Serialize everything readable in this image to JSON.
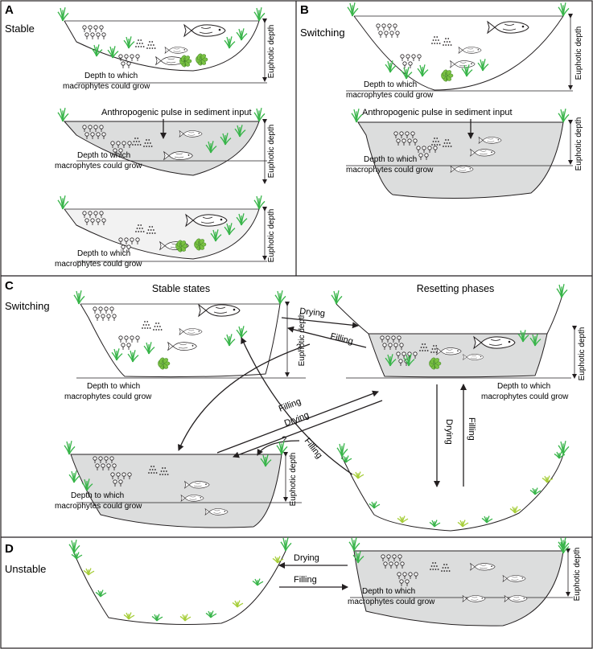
{
  "panels": {
    "a": {
      "letter": "A",
      "state": "Stable"
    },
    "b": {
      "letter": "B",
      "state": "Switching"
    },
    "c": {
      "letter": "C",
      "state": "Switching",
      "stable_heading": "Stable states",
      "resetting_heading": "Resetting phases"
    },
    "d": {
      "letter": "D",
      "state": "Unstable"
    }
  },
  "labels": {
    "euphotic_depth": "Euphotic depth",
    "depth_line1": "Depth to which",
    "depth_line2": "macrophytes could grow",
    "pulse": "Anthropogenic pulse in sediment input",
    "drying": "Drying",
    "filling": "Filling",
    "question": "?"
  },
  "colors": {
    "turbid_water": "#dcdddd",
    "grass": "#39b54a",
    "grass_light": "#a6ce39",
    "plant": "#7ac143",
    "outline": "#231f20"
  }
}
